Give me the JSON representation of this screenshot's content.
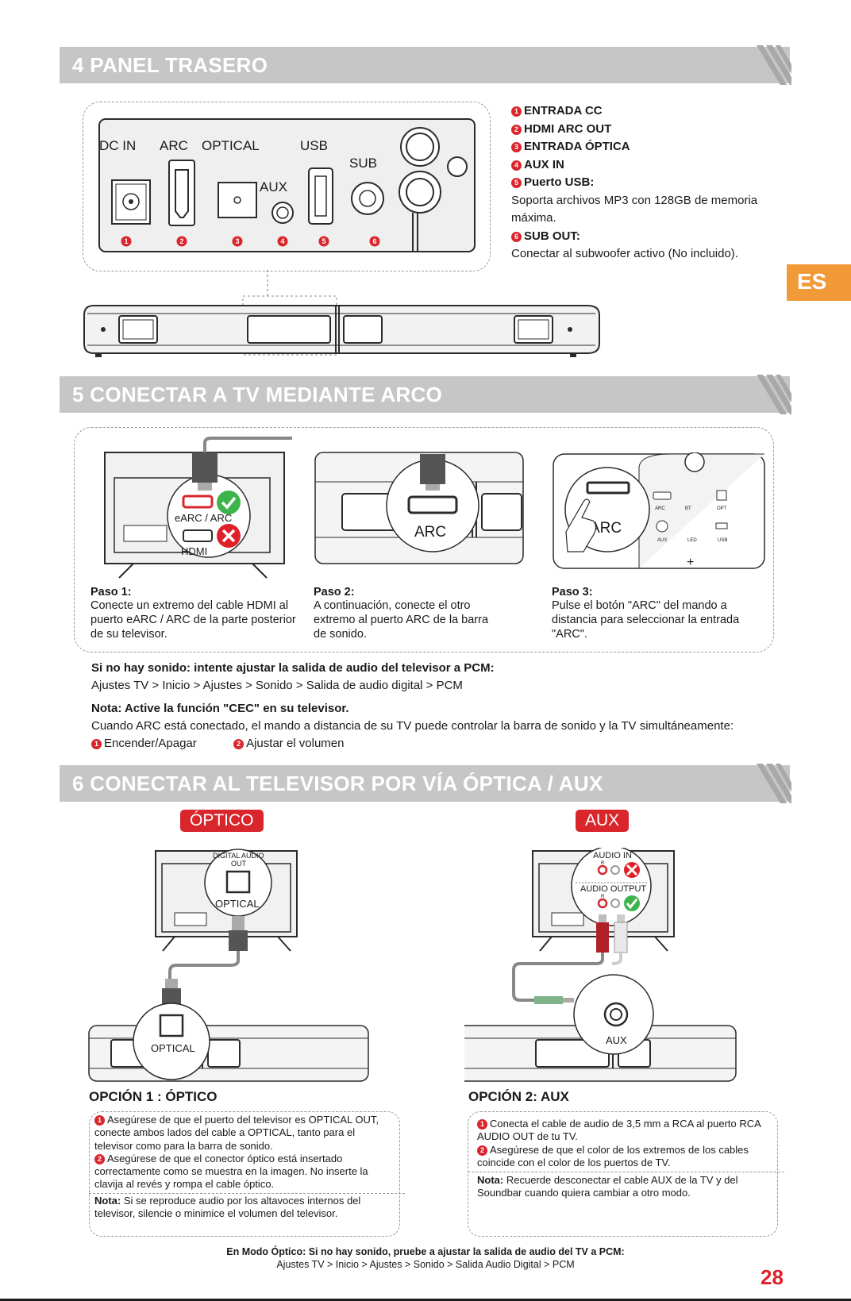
{
  "lang_tab": "ES",
  "page_number": "28",
  "sections": [
    {
      "title": "4 PANEL TRASERO"
    },
    {
      "title": "5 CONECTAR A TV MEDIANTE ARCO"
    },
    {
      "title": "6 CONECTAR AL TELEVISOR POR VÍA ÓPTICA / AUX"
    }
  ],
  "panel": {
    "port_labels": [
      "DC IN",
      "ARC",
      "OPTICAL",
      "AUX",
      "USB",
      "SUB"
    ],
    "markers": [
      "1",
      "2",
      "3",
      "4",
      "5",
      "6"
    ],
    "legend": [
      {
        "n": "1",
        "text": "ENTRADA CC"
      },
      {
        "n": "2",
        "text": "HDMI ARC OUT"
      },
      {
        "n": "3",
        "text": "ENTRADA ÓPTICA"
      },
      {
        "n": "4",
        "text": "AUX IN"
      },
      {
        "n": "5",
        "text": "Puerto USB:"
      },
      {
        "desc": "Soporta archivos MP3 con 128GB de memoria"
      },
      {
        "desc": "máxima."
      },
      {
        "n": "6",
        "text": "SUB OUT:"
      },
      {
        "desc": "Conectar al subwoofer activo (No incluido)."
      }
    ]
  },
  "arc": {
    "diagram_labels": {
      "earc": "eARC / ARC",
      "hdmi": "HDMI",
      "arc1": "ARC",
      "arc2": "ARC",
      "bt": "BT",
      "opt": "OPT",
      "aux": "AUX",
      "led": "LED",
      "usb": "USB",
      "arc_small": "ARC"
    },
    "steps": [
      {
        "title": "Paso 1:",
        "lines": [
          "Conecte un extremo del cable HDMI al",
          "puerto eARC / ARC de la parte posterior",
          "de su televisor."
        ]
      },
      {
        "title": "Paso 2:",
        "lines": [
          "A continuación, conecte el otro",
          "extremo al puerto ARC de la barra",
          "de sonido."
        ]
      },
      {
        "title": "Paso 3:",
        "lines": [
          "Pulse el botón \"ARC\" del mando a",
          "distancia para seleccionar la entrada",
          "\"ARC\"."
        ]
      }
    ],
    "no_sound_title": "Si no hay sonido: intente ajustar la salida de audio del televisor a PCM:",
    "no_sound_path": "Ajustes TV > Inicio > Ajustes > Sonido > Salida de audio digital > PCM",
    "note_title": "Nota: Active la función \"CEC\" en su televisor.",
    "note_text": "Cuando ARC está conectado, el mando a distancia de su TV puede controlar la barra de sonido y la TV simultáneamente:",
    "controls": [
      {
        "n": "1",
        "text": "Encender/Apagar"
      },
      {
        "n": "2",
        "text": "Ajustar el volumen"
      }
    ]
  },
  "optical_aux": {
    "optical_pill": "ÓPTICO",
    "aux_pill": "AUX",
    "diagram_labels": {
      "digital_audio_out_1": "DIGITAL AUDIO",
      "digital_audio_out_2": "OUT",
      "optical_tv": "OPTICAL",
      "optical_bar": "OPTICAL",
      "audio_in": "AUDIO IN",
      "audio_output": "AUDIO OUTPUT",
      "r": "R",
      "aux_bar": "AUX"
    },
    "option1": {
      "title": "OPCIÓN 1 : ÓPTICO",
      "lines": [
        {
          "n": "1",
          "text": "Asegúrese de que el puerto del televisor es OPTICAL OUT,"
        },
        {
          "text": "conecte ambos lados del cable a OPTICAL, tanto para el"
        },
        {
          "text": "televisor como para la barra de sonido."
        },
        {
          "n": "2",
          "text": "Asegúrese de que el conector óptico está insertado"
        },
        {
          "text": "correctamente como se muestra en la imagen. No inserte la"
        },
        {
          "text": "clavija al revés y rompa el cable óptico."
        }
      ],
      "note_label": "Nota:",
      "note_lines": [
        "Si se reproduce audio por los altavoces internos del",
        "televisor, silencie o minimice el volumen del televisor."
      ]
    },
    "option2": {
      "title": "OPCIÓN 2: AUX",
      "lines": [
        {
          "n": "1",
          "text": "Conecta el cable de audio de 3,5 mm a RCA al puerto RCA"
        },
        {
          "text": "AUDIO OUT de tu TV."
        },
        {
          "n": "2",
          "text": "Asegúrese de que el color de los extremos de los cables"
        },
        {
          "text": "coincide con el color de los puertos de TV."
        }
      ],
      "note_label": "Nota:",
      "note_lines": [
        "Recuerde desconectar el cable AUX de la TV y del",
        "Soundbar cuando quiera cambiar a otro modo."
      ]
    },
    "footer_bold": "En Modo Óptico: Si no hay sonido, pruebe a ajustar la salida de audio del TV a PCM:",
    "footer_path": "Ajustes TV > Inicio > Ajustes > Sonido > Salida Audio Digital > PCM"
  },
  "colors": {
    "accent_red": "#d9252c",
    "section_gray": "#c6c6c6",
    "tab_orange": "#f29a38",
    "check_green": "#3cb44b"
  }
}
